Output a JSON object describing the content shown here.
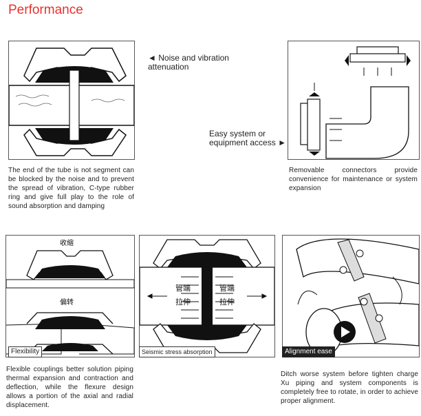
{
  "header": {
    "title": "Performance"
  },
  "sections": {
    "noise": {
      "callout_arrow": "◄",
      "callout": "Noise and vibration attenuation",
      "description": "The end of the tube is not segment can be blocked by the noise and to prevent the spread of vibration, C-type rubber ring and give full play to the role of sound absorption and damping"
    },
    "access": {
      "callout": "Easy system or equipment access",
      "callout_arrow": "►",
      "description": "Removable connectors provide convenience for maintenance or system expansion"
    },
    "flexibility": {
      "label": "Flexibility",
      "diagram_labels": {
        "top": "收缩",
        "bottom": "偏转"
      },
      "description": "Flexible couplings better solution piping thermal expansion and contraction and deflection, while the flexure design allows a portion of the axial and radial displacement."
    },
    "seismic": {
      "label": "Seismic stress absorption",
      "diagram_labels": {
        "left_top": "管端",
        "left_bottom": "拉伸",
        "right_top": "管端",
        "right_bottom": "拉伸"
      },
      "description": ""
    },
    "alignment": {
      "label": "Alignment ease",
      "description": "Ditch worse system before tighten charge Xu piping and system components is completely free to rotate, in order to achieve proper alignment."
    }
  },
  "colors": {
    "title": "#e8312f",
    "ink": "#111111"
  }
}
